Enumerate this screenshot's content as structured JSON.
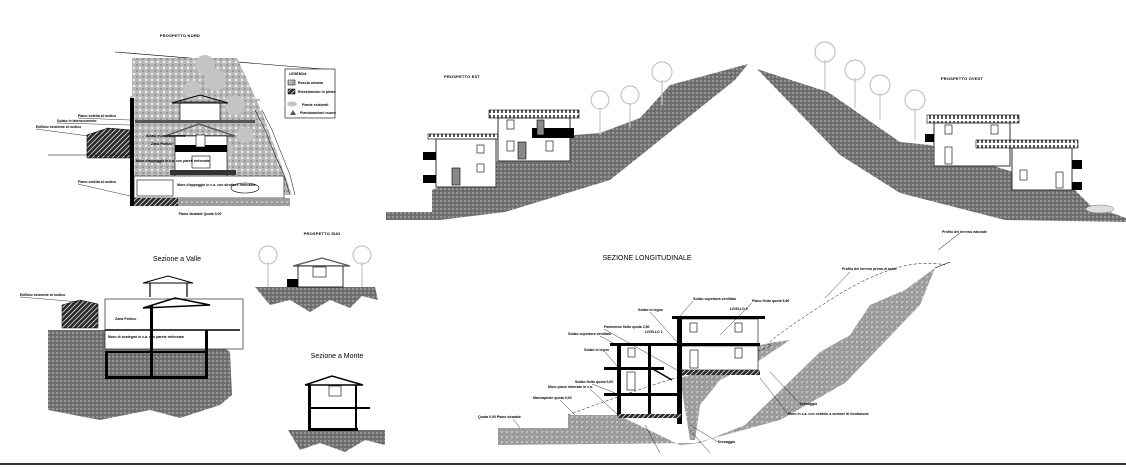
{
  "sheet": {
    "drawings": {
      "prospetto_nord": {
        "title": "PROSPETTO NORD",
        "ground_label": "Piano stradale Quota 0,00",
        "callouts": [
          "Piano soletta al rustico",
          "Solaio in laterocemento",
          "Edificio esistente al rustico",
          "Piano soletta al rustico"
        ],
        "room_labels": [
          "Solaio in laterocemento",
          "Zona Portico",
          "Muro d'appoggio in c.a. con pareti rinforzate",
          "Muro d'appoggio in c.a. con strutture rinforzate"
        ],
        "legend": {
          "title": "LEGENDA",
          "items": [
            {
              "icon": "hatch-light-swatch",
              "label": "Roccia urbana"
            },
            {
              "icon": "hatch-dark-swatch",
              "label": "Rivestimento in pietra"
            },
            {
              "icon": "tree-symbol",
              "label": "Piante esistenti"
            },
            {
              "icon": "shrub-symbol",
              "label": "Piantumazioni nuove"
            }
          ]
        }
      },
      "prospetto_est": {
        "title": "PROSPETTO EST"
      },
      "prospetto_ovest": {
        "title": "PROSPETTO OVEST"
      },
      "prospetto_sud": {
        "title": "PROSPETTO SUD"
      },
      "sezione_valle": {
        "title": "Sezione a Valle",
        "callout": "Edificio esistente al rustico",
        "room_labels": [
          "Zona Portico",
          "Muro di sostegno in c.a. con parete rinforzata"
        ]
      },
      "sezione_monte": {
        "title": "Sezione a Monte"
      },
      "sezione_longitudinale": {
        "title": "SEZIONE LONGITUDINALE",
        "callouts": [
          "Profilo del terreno naturale",
          "Profilo del terreno prima di scavi",
          "Solaio copertura ventilato",
          "Piano finito quota 5,60",
          "LIVELLO 2",
          "Solaio in legno",
          "Pavimento finito quota 2,80",
          "LIVELLO 1",
          "Solaio copertura ventilato",
          "Solaio in legno",
          "Solaio finito quota 0,00",
          "Muro piano interrato in c.a.",
          "Marciapiede quota 0,00",
          "Quota 0,00 Piano stradale",
          "Drenaggio",
          "Muro in c.a. con cordolo a sezione di fondazione",
          "Drenaggio"
        ]
      }
    }
  }
}
